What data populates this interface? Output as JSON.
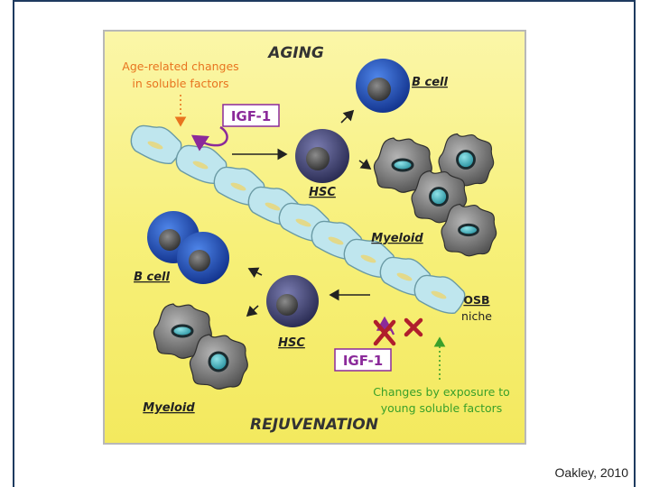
{
  "diagram": {
    "title_top": "AGING",
    "title_bottom": "REJUVENATION",
    "age_note": [
      "Age-related changes",
      "in soluble factors"
    ],
    "young_note": [
      "Changes by exposure to",
      "young soluble factors"
    ],
    "igf_top": "IGF-1",
    "igf_bottom": "IGF-1",
    "bcell_top": "B cell",
    "bcell_bottom": "B cell",
    "hsc_top": "HSC",
    "hsc_bottom": "HSC",
    "myeloid_top": "Myeloid",
    "myeloid_bottom": "Myeloid",
    "osb_niche": [
      "OSB",
      "niche"
    ]
  },
  "citation": "Oakley,  2010",
  "colors": {
    "background": "#f7f07a",
    "age_note": "#e8741f",
    "young_note": "#3aa02a",
    "igf": "#8b2a9a",
    "inhibit": "#b01e2c",
    "osb_cells": "#bfe6ee",
    "bcell": "#1e4fb8",
    "hsc": "#3d3f6e",
    "myeloid": "#6d6d6d",
    "frame": "#1e3a5f"
  }
}
